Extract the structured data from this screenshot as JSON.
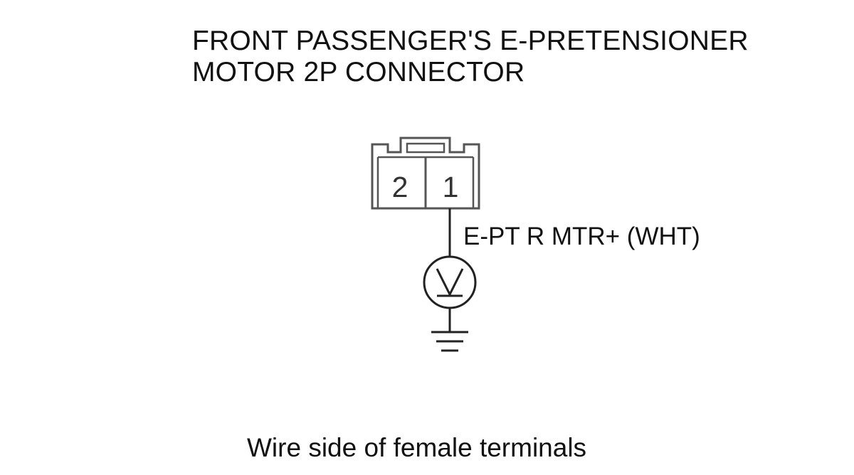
{
  "title": {
    "line1": "FRONT PASSENGER'S E-PRETENSIONER",
    "line2": "MOTOR 2P CONNECTOR"
  },
  "connector": {
    "pins": [
      "2",
      "1"
    ]
  },
  "wire": {
    "label": "E-PT R MTR+ (WHT)"
  },
  "symbols": {
    "meter": "voltmeter-icon",
    "ground": "ground-icon"
  },
  "caption": "Wire side of female terminals"
}
